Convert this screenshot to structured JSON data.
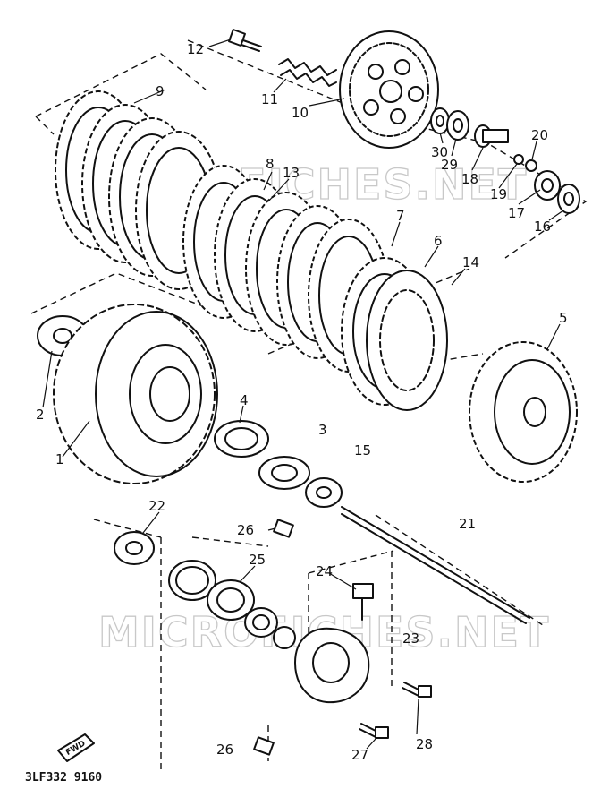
{
  "watermark_text": "MICROFICHES.NET",
  "diagram_code": "3LF332 9160",
  "fwd_label": "FWD",
  "callouts": {
    "c1": "1",
    "c2": "2",
    "c3": "3",
    "c4": "4",
    "c5": "5",
    "c6": "6",
    "c7": "7",
    "c8": "8",
    "c9": "9",
    "c10": "10",
    "c11": "11",
    "c12": "12",
    "c13": "13",
    "c14": "14",
    "c15": "15",
    "c16": "16",
    "c17": "17",
    "c18": "18",
    "c19": "19",
    "c20": "20",
    "c21": "21",
    "c22": "22",
    "c23": "23",
    "c24": "24",
    "c25": "25",
    "c26a": "26",
    "c26b": "26",
    "c27": "27",
    "c28": "28",
    "c29": "29",
    "c30": "30"
  }
}
